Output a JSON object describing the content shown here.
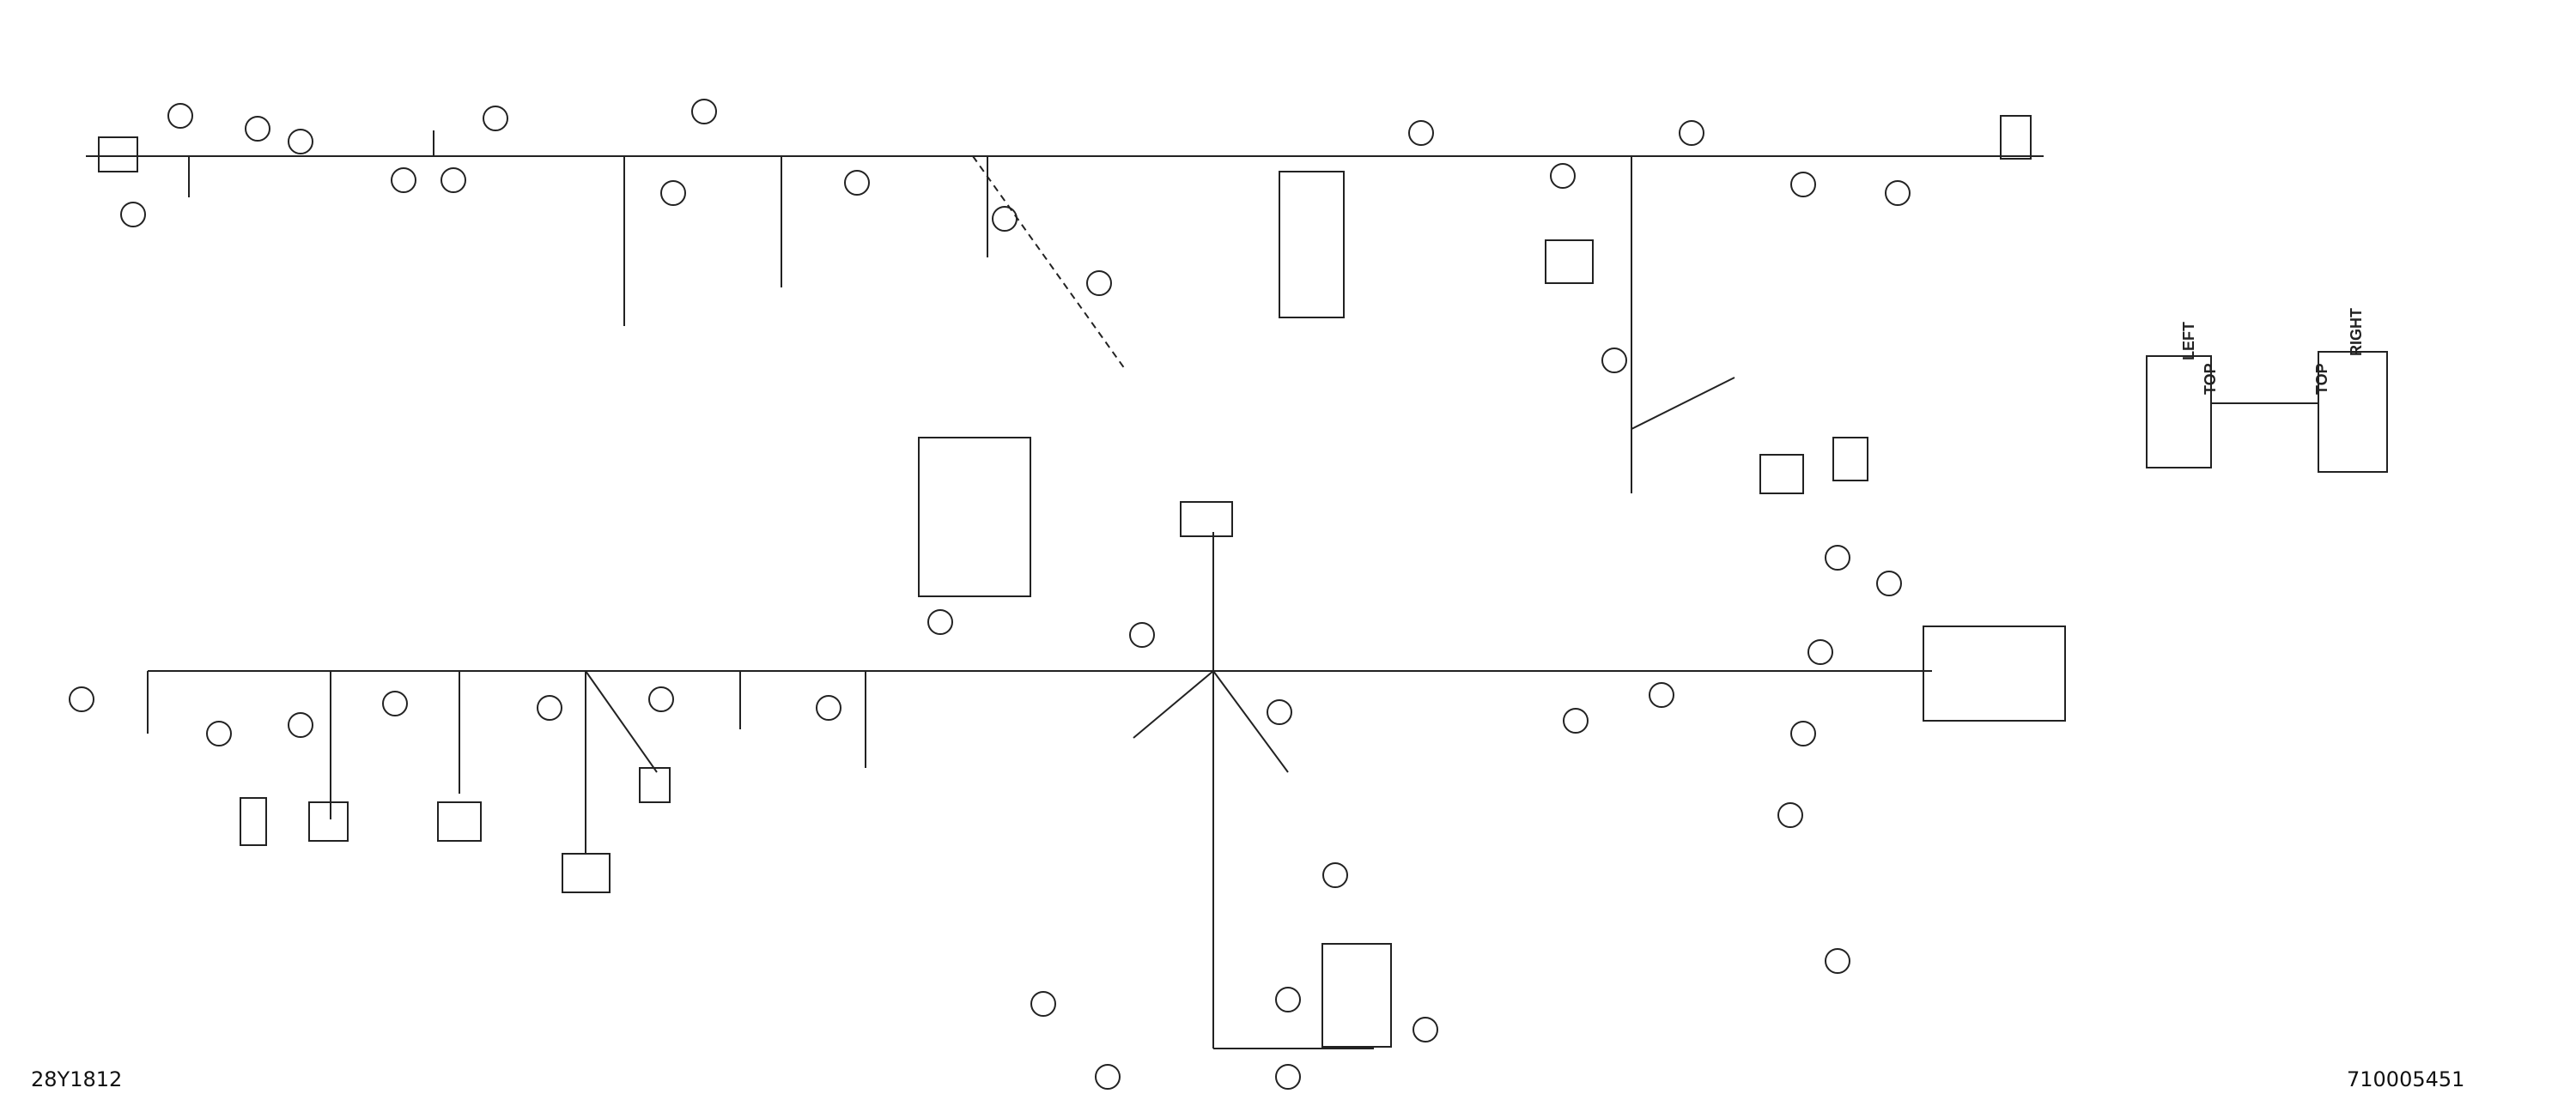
{
  "drawing": {
    "code_left": "28Y1812",
    "code_right": "710005451",
    "inset_label_left": "LEFT",
    "inset_label_right": "RIGHT",
    "inset_label_top_1": "TOP",
    "inset_label_top_2": "TOP"
  }
}
